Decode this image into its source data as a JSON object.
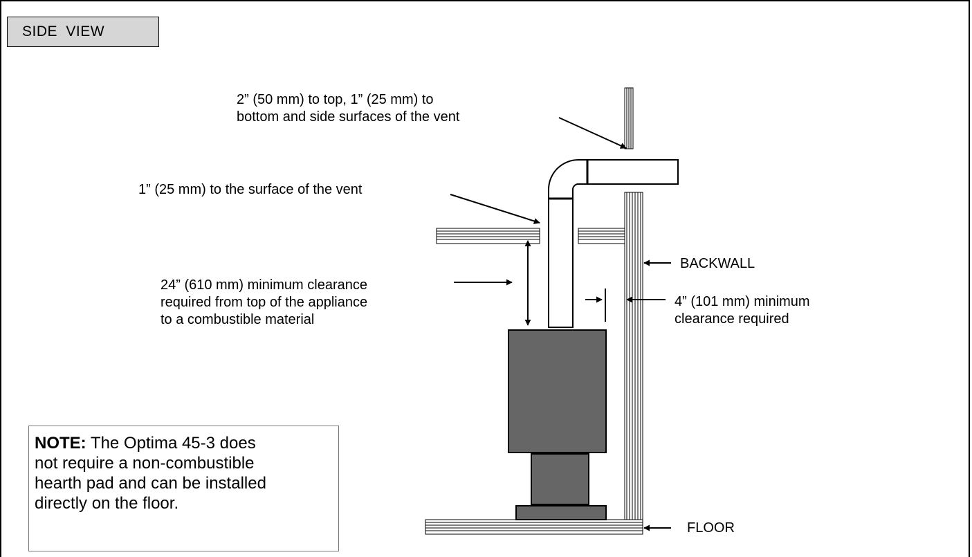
{
  "title": "SIDE  VIEW",
  "labels": {
    "top_clearance_line1": "2” (50 mm) to top, 1” (25 mm)  to",
    "top_clearance_line2": "bottom and side surfaces of the vent",
    "vent_surface": "1” (25 mm) to the surface of the vent",
    "min_clearance_line1": "24” (610 mm) minimum clearance",
    "min_clearance_line2": "required from top of the appliance",
    "min_clearance_line3": "to a combustible material",
    "backwall": "BACKWALL",
    "back_clearance_line1": "4” (101 mm) minimum",
    "back_clearance_line2": "clearance required",
    "floor": "FLOOR"
  },
  "note": {
    "heading": "NOTE:",
    "line1": " The Optima 45-3 does",
    "line2": "not require a non-combustible",
    "line3": "hearth pad and can be installed",
    "line4": "directly on the floor."
  },
  "colors": {
    "appliance": "#666666",
    "title_bg": "#d6d6d6",
    "line": "#000000"
  }
}
